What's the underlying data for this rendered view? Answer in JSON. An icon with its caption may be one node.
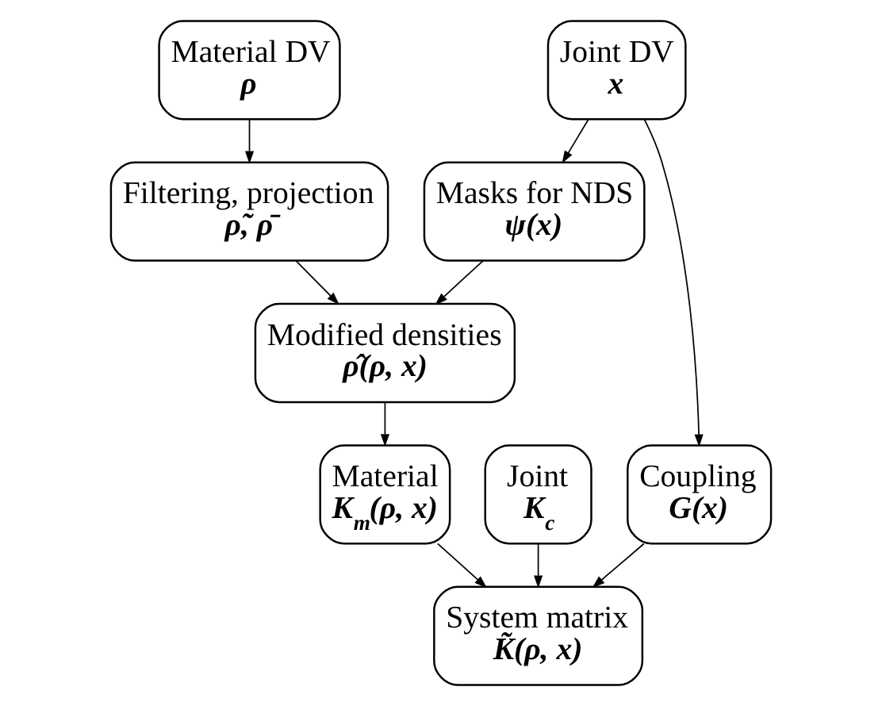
{
  "diagram": {
    "nodes": [
      {
        "text": [
          "Material DV",
          "ρ"
        ]
      },
      {
        "text": [
          "Joint DV",
          "x"
        ]
      },
      {
        "text": [
          "Filtering, projection",
          "ρ̃, ρ̄"
        ]
      },
      {
        "text": [
          "Masks for NDS",
          "ψ(x)"
        ]
      },
      {
        "text": [
          "Modified densities",
          "ρ̂(ρ, x)"
        ]
      },
      {
        "text": [
          "Material",
          "K$_{m}$(ρ, x)"
        ]
      },
      {
        "text": [
          "Joint",
          "K$_{c}$"
        ]
      },
      {
        "text": [
          "Coupling",
          "G(x)"
        ]
      },
      {
        "text": [
          "System matrix",
          "K̃(ρ, x)"
        ]
      }
    ],
    "edges": [
      {
        "from": 0,
        "to": 2,
        "arrow": "to"
      },
      {
        "from": 1,
        "to": 3,
        "arrow": "to"
      },
      {
        "from": 1,
        "to": 7,
        "arrow": "to"
      },
      {
        "from": 2,
        "to": 4,
        "arrow": "to"
      },
      {
        "from": 3,
        "to": 4,
        "arrow": "to"
      },
      {
        "from": 4,
        "to": 5,
        "arrow": "to"
      },
      {
        "from": 5,
        "to": 8,
        "arrow": "to"
      },
      {
        "from": 6,
        "to": 8,
        "arrow": "to"
      },
      {
        "from": 7,
        "to": 8,
        "arrow": "to"
      }
    ]
  }
}
